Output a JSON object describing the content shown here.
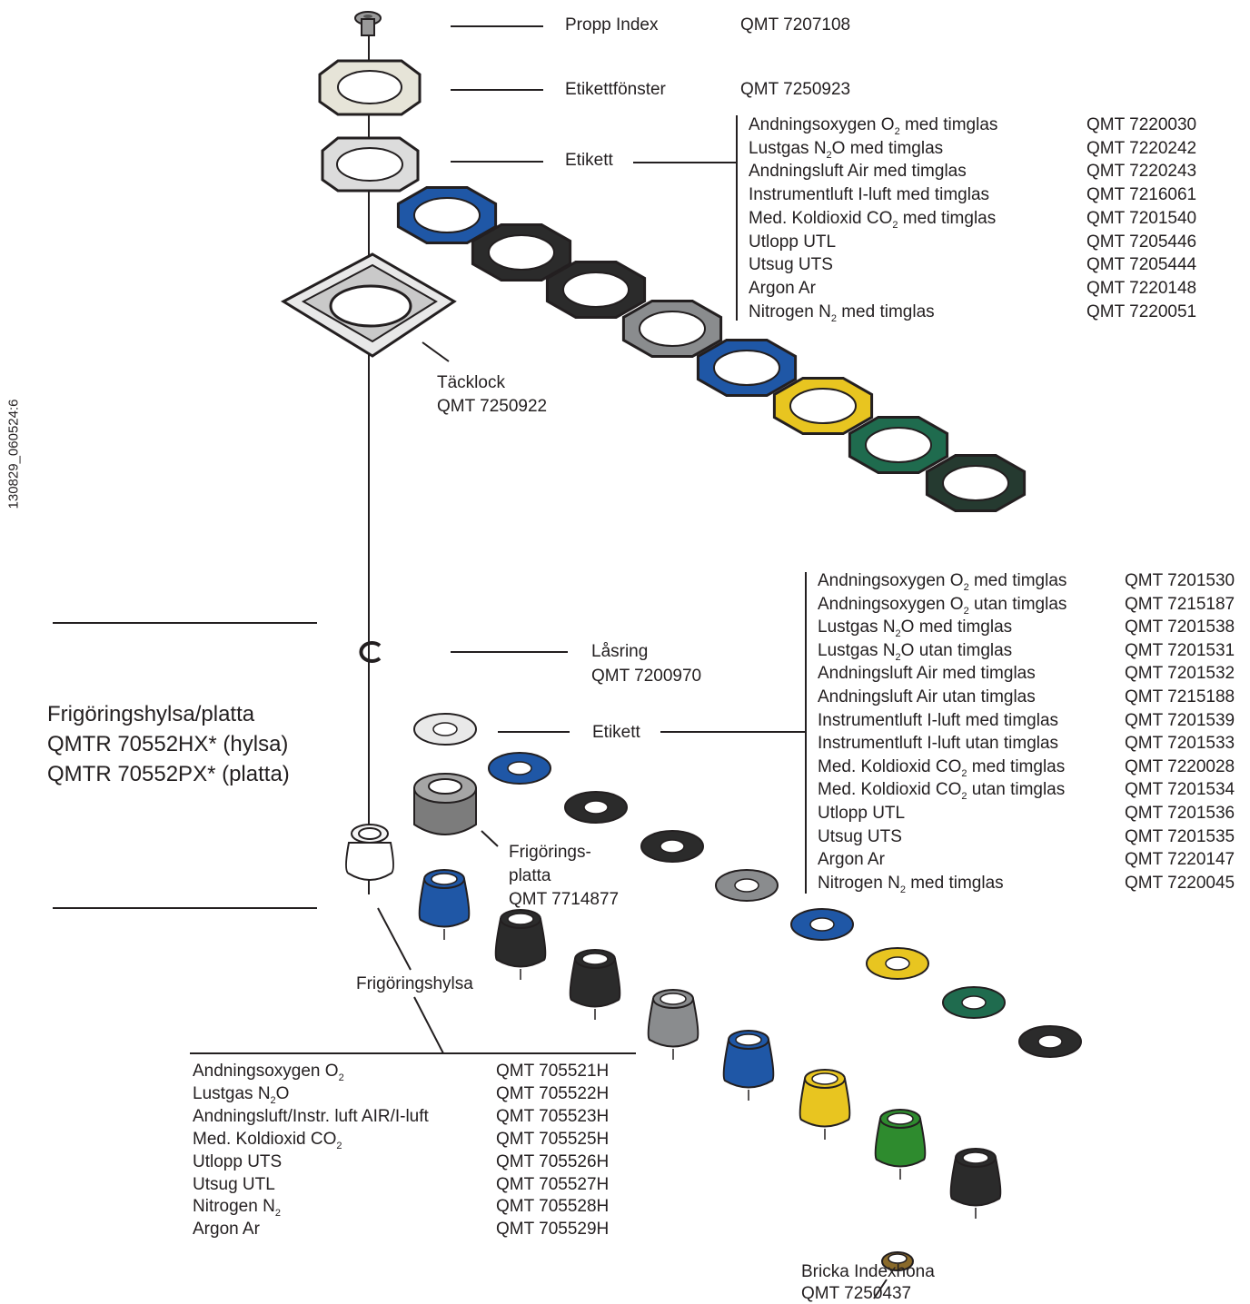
{
  "drawing_id": "130829_060524:6",
  "parts": {
    "propp_index": {
      "name": "Propp Index",
      "code": "QMT 7207108"
    },
    "etikettfonster": {
      "name": "Etikettfönster",
      "code": "QMT 7250923"
    },
    "etikett_top": {
      "name": "Etikett"
    },
    "tacklock": {
      "name": "Täcklock",
      "code": "QMT 7250922"
    },
    "lasring": {
      "name": "Låsring",
      "code": "QMT 7200970"
    },
    "etikett_lower": {
      "name": "Etikett"
    },
    "frigoring_plate": {
      "name_line1": "Frigörings-",
      "name_line2": "platta",
      "code": "QMT 7714877"
    },
    "frigoringshylsa": {
      "name": "Frigöringshylsa"
    },
    "bricka": {
      "name": "Bricka Indexhona",
      "code": "QMT 7250437"
    }
  },
  "assembly": {
    "line1": "Frigöringshylsa/platta",
    "line2": "QMTR 70552HX* (hylsa)",
    "line3": "QMTR 70552PX* (platta)"
  },
  "top_labels": [
    {
      "pre": "Andningsoxygen O",
      "sub": "2",
      "post": " med timglas",
      "code": "QMT 7220030"
    },
    {
      "pre": "Lustgas N",
      "sub": "2",
      "post": "O med timglas",
      "code": "QMT 7220242"
    },
    {
      "pre": "Andningsluft Air med timglas",
      "sub": "",
      "post": "",
      "code": "QMT 7220243"
    },
    {
      "pre": "Instrumentluft I-luft med timglas",
      "sub": "",
      "post": "",
      "code": "QMT 7216061"
    },
    {
      "pre": "Med. Koldioxid CO",
      "sub": "2",
      "post": " med timglas",
      "code": "QMT 7201540"
    },
    {
      "pre": "Utlopp UTL",
      "sub": "",
      "post": "",
      "code": "QMT 7205446"
    },
    {
      "pre": "Utsug UTS",
      "sub": "",
      "post": "",
      "code": "QMT 7205444"
    },
    {
      "pre": "Argon Ar",
      "sub": "",
      "post": "",
      "code": "QMT 7220148"
    },
    {
      "pre": "Nitrogen N",
      "sub": "2",
      "post": " med timglas",
      "code": "QMT 7220051"
    }
  ],
  "lower_labels": [
    {
      "pre": "Andningsoxygen O",
      "sub": "2",
      "post": " med timglas",
      "code": "QMT 7201530"
    },
    {
      "pre": "Andningsoxygen O",
      "sub": "2",
      "post": " utan timglas",
      "code": "QMT 7215187"
    },
    {
      "pre": "Lustgas N",
      "sub": "2",
      "post": "O med timglas",
      "code": "QMT 7201538"
    },
    {
      "pre": "Lustgas N",
      "sub": "2",
      "post": "O utan timglas",
      "code": "QMT 7201531"
    },
    {
      "pre": "Andningsluft Air med timglas",
      "sub": "",
      "post": "",
      "code": "QMT 7201532"
    },
    {
      "pre": "Andningsluft Air utan timglas",
      "sub": "",
      "post": "",
      "code": "QMT 7215188"
    },
    {
      "pre": "Instrumentluft I-luft med timglas",
      "sub": "",
      "post": "",
      "code": "QMT 7201539"
    },
    {
      "pre": "Instrumentluft I-luft utan timglas",
      "sub": "",
      "post": "",
      "code": "QMT 7201533"
    },
    {
      "pre": "Med. Koldioxid CO",
      "sub": "2",
      "post": " med timglas",
      "code": "QMT 7220028"
    },
    {
      "pre": "Med. Koldioxid CO",
      "sub": "2",
      "post": " utan timglas",
      "code": "QMT 7201534"
    },
    {
      "pre": "Utlopp UTL",
      "sub": "",
      "post": "",
      "code": "QMT 7201536"
    },
    {
      "pre": "Utsug UTS",
      "sub": "",
      "post": "",
      "code": "QMT 7201535"
    },
    {
      "pre": "Argon Ar",
      "sub": "",
      "post": "",
      "code": "QMT 7220147"
    },
    {
      "pre": "Nitrogen N",
      "sub": "2",
      "post": " med timglas",
      "code": "QMT 7220045"
    }
  ],
  "sleeve_labels": [
    {
      "pre": "Andningsoxygen O",
      "sub": "2",
      "post": "",
      "code": "QMT 705521H"
    },
    {
      "pre": "Lustgas N",
      "sub": "2",
      "post": "O",
      "code": "QMT 705522H"
    },
    {
      "pre": "Andningsluft/Instr. luft AIR/I-luft",
      "sub": "",
      "post": "",
      "code": "QMT 705523H"
    },
    {
      "pre": "Med. Koldioxid CO",
      "sub": "2",
      "post": "",
      "code": "QMT 705525H"
    },
    {
      "pre": "Utlopp UTS",
      "sub": "",
      "post": "",
      "code": "QMT 705526H"
    },
    {
      "pre": "Utsug UTL",
      "sub": "",
      "post": "",
      "code": "QMT 705527H"
    },
    {
      "pre": "Nitrogen N",
      "sub": "2",
      "post": "",
      "code": "QMT 705528H"
    },
    {
      "pre": "Argon Ar",
      "sub": "",
      "post": "",
      "code": "QMT 705529H"
    }
  ],
  "colors": {
    "ink": "#231f20",
    "white_part": "#f2f2f2",
    "blue": "#1f57a6",
    "black": "#2b2b2b",
    "grey": "#8a8c8e",
    "yellow": "#e8c520",
    "green": "#1f6b4e",
    "bright_green": "#2e8b2e",
    "dark_green": "#253a30"
  }
}
